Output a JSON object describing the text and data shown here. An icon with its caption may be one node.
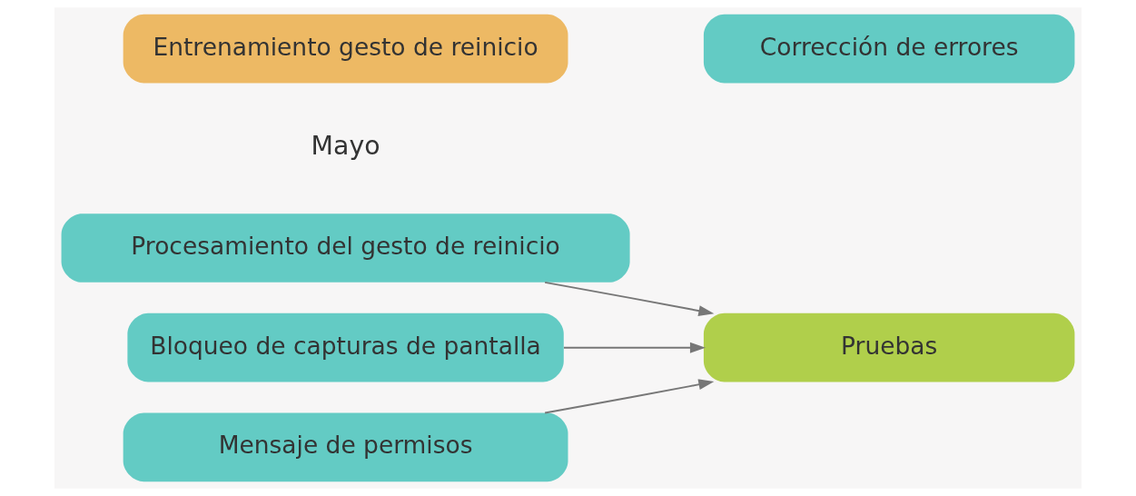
{
  "diagram": {
    "nodes": [
      {
        "text": [
          "Procesamiento del gesto de reinicio"
        ]
      },
      {
        "text": [
          "Entrenamiento gesto de reinicio"
        ]
      },
      {
        "text": [
          "Bloqueo de capturas de pantalla"
        ]
      },
      {
        "text": [
          "Mensaje de permisos"
        ]
      },
      {
        "text": [
          "Pruebas"
        ]
      },
      {
        "text": [
          "Corrección de errores"
        ]
      }
    ],
    "edges": [
      {
        "from": 0,
        "to": 4,
        "arrow": "to"
      },
      {
        "from": 2,
        "to": 4,
        "arrow": "to"
      },
      {
        "from": 3,
        "to": 4,
        "arrow": "to"
      }
    ],
    "labels": [
      "Mayo"
    ]
  }
}
